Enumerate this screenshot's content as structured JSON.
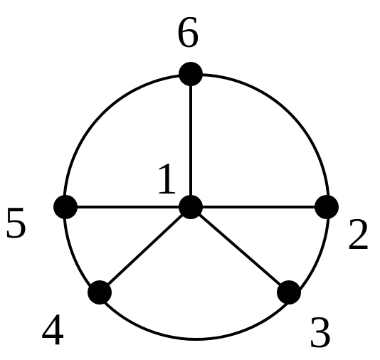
{
  "diagram": {
    "nodes": [
      {
        "id": "1",
        "label": "1"
      },
      {
        "id": "2",
        "label": "2"
      },
      {
        "id": "3",
        "label": "3"
      },
      {
        "id": "4",
        "label": "4"
      },
      {
        "id": "5",
        "label": "5"
      },
      {
        "id": "6",
        "label": "6"
      }
    ],
    "edges": [
      {
        "from": "1",
        "to": "6"
      },
      {
        "from": "1",
        "to": "2"
      },
      {
        "from": "1",
        "to": "3"
      },
      {
        "from": "1",
        "to": "4"
      },
      {
        "from": "1",
        "to": "5"
      }
    ],
    "rim_cycle": [
      "6",
      "2",
      "3",
      "4",
      "5"
    ],
    "colors": {
      "line": "#000000",
      "node": "#000000",
      "background": "#ffffff"
    }
  }
}
